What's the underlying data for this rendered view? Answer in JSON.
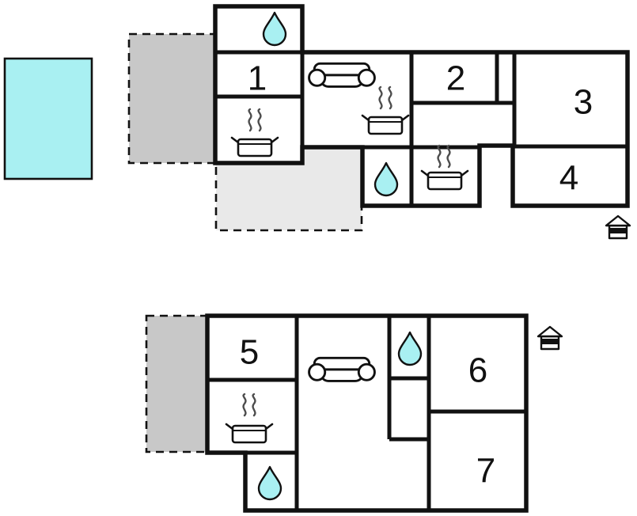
{
  "page": {
    "title": "Holiday home floor plan"
  },
  "colors": {
    "wall": "#111111",
    "water": "#a9f0f2",
    "terrace_dark": "#c8c8c8",
    "terrace_light": "#e9e9e9",
    "floor": "#ffffff",
    "steam": "#4d4d4d"
  },
  "upper_floor": {
    "rooms": [
      {
        "label": "1"
      },
      {
        "label": "2"
      },
      {
        "label": "3"
      },
      {
        "label": "4"
      }
    ]
  },
  "lower_floor": {
    "rooms": [
      {
        "label": "5"
      },
      {
        "label": "6"
      },
      {
        "label": "7"
      }
    ]
  },
  "icons": {
    "water_drop": "water-drop-icon",
    "stove": "pot-with-steam-icon",
    "sofa": "sofa-icon",
    "entrance": "house-entrance-icon",
    "pool": "swimming-pool"
  }
}
